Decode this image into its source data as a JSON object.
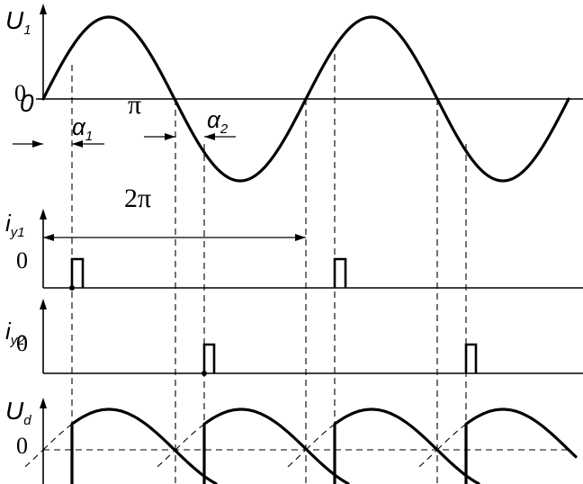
{
  "labels": {
    "u1": {
      "main": "U",
      "sub": "1"
    },
    "iy1": {
      "main": "i",
      "sub": "y1"
    },
    "iy2": {
      "main": "i",
      "sub": "y2"
    },
    "ud": {
      "main": "U",
      "sub": "d"
    },
    "zero_italic": "0",
    "zero_u1": "0",
    "zero_iy1": "0",
    "zero_iy2": "0",
    "zero_ud": "0",
    "pi": "π",
    "two_pi": "2π",
    "alpha1": {
      "main": "α",
      "sub": "1"
    },
    "alpha2": {
      "main": "α",
      "sub": "2"
    }
  }
}
